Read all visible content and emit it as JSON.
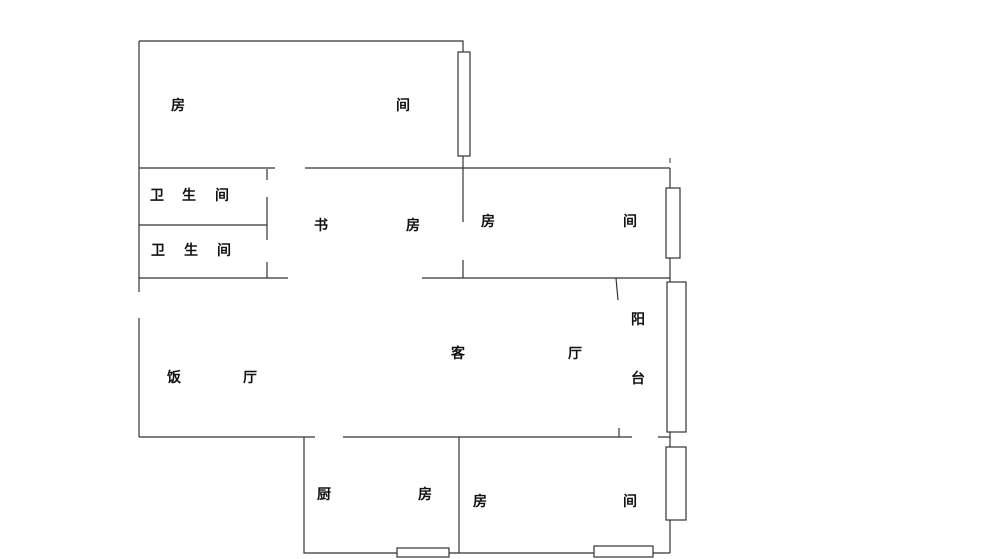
{
  "floor_plan": {
    "rooms": {
      "bedroom_top": {
        "left": "房",
        "right": "间"
      },
      "bathroom_1": {
        "c1": "卫",
        "c2": "生",
        "c3": "间"
      },
      "bathroom_2": {
        "c1": "卫",
        "c2": "生",
        "c3": "间"
      },
      "study": {
        "c1": "书",
        "c2": "房"
      },
      "bedroom_middle": {
        "left": "房",
        "right": "间"
      },
      "living_room": {
        "c1": "客",
        "c2": "厅"
      },
      "balcony": {
        "c1": "阳",
        "c2": "台"
      },
      "dining_room": {
        "c1": "饭",
        "c2": "厅"
      },
      "kitchen": {
        "c1": "厨",
        "c2": "房"
      },
      "bedroom_bottom": {
        "left": "房",
        "right": "间"
      }
    },
    "line_color": "#333333"
  }
}
